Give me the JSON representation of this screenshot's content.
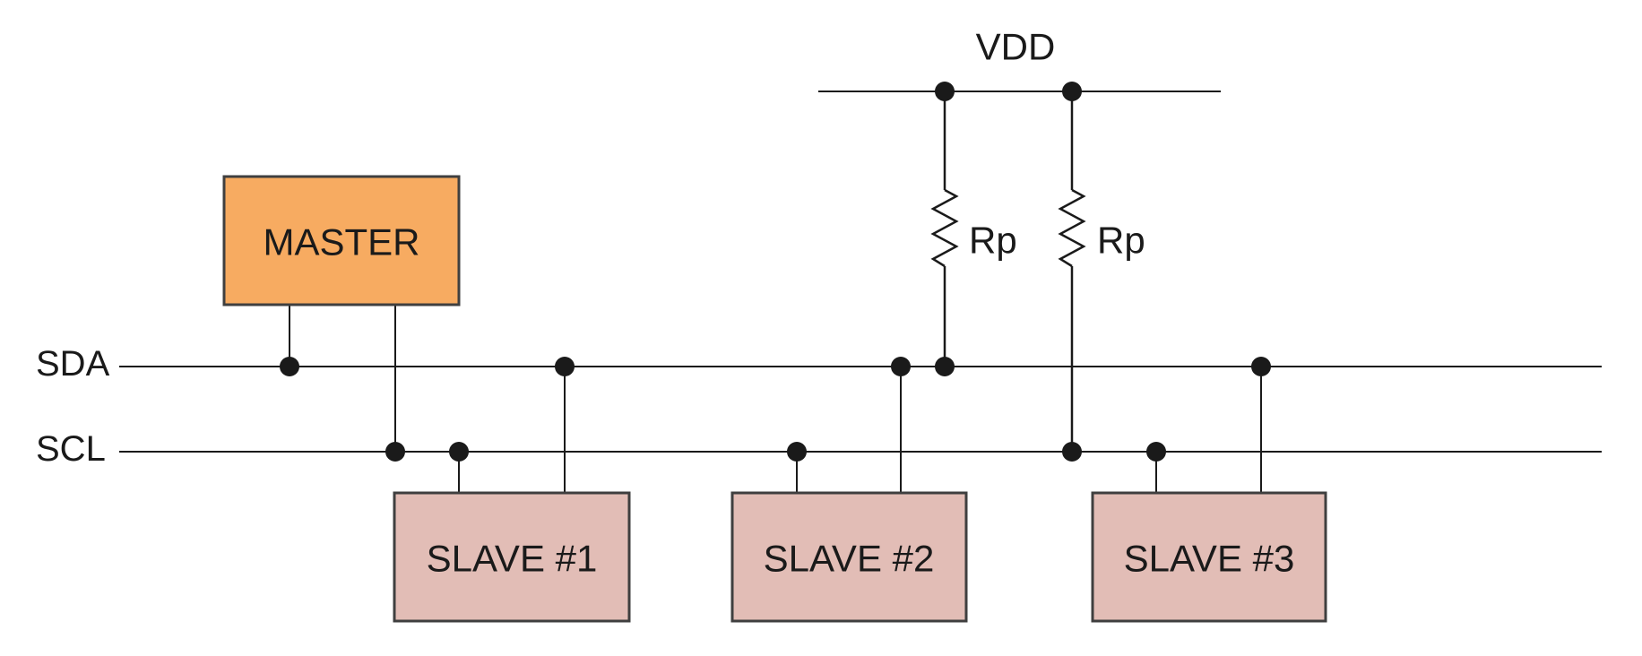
{
  "diagram": {
    "description": "I2C bus topology diagram with one master, three slaves and pull-up resistors to VDD",
    "bus_labels": {
      "sda": "SDA",
      "scl": "SCL"
    },
    "power": {
      "rail_label": "VDD",
      "pullup_resistors": [
        {
          "label": "Rp"
        },
        {
          "label": "Rp"
        }
      ]
    },
    "master": {
      "label": "MASTER"
    },
    "slaves": [
      {
        "label": "SLAVE #1"
      },
      {
        "label": "SLAVE #2"
      },
      {
        "label": "SLAVE #3"
      }
    ],
    "colors": {
      "master_fill": "#F7AB61",
      "slave_fill": "#E2BDB6",
      "box_border": "#3F3F3F",
      "wire": "#1A1A1A",
      "junction_dot": "#1A1A1A",
      "background": "#FFFFFF"
    }
  }
}
